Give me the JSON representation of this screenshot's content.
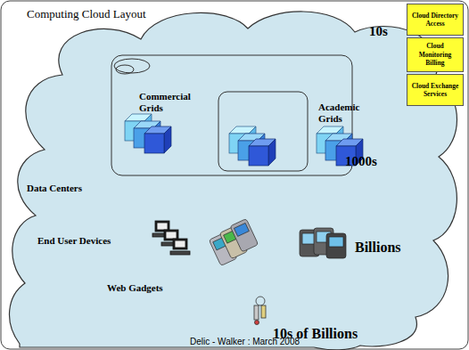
{
  "diagram": {
    "title": "Computing Cloud Layout",
    "caption": "Delic - Walker : March 2008",
    "nodes": [
      {
        "text": [
          "Cloud Directory Access"
        ]
      },
      {
        "text": [
          "Cloud Monitoring Billing"
        ]
      },
      {
        "text": [
          "Cloud Exchange Services"
        ]
      }
    ],
    "labels": [
      "Commercial Grids",
      "Academic Grids",
      "10s",
      "1000s",
      "Data Centers",
      "End User Devices",
      "Billions",
      "Web Gadgets",
      "10s of Billions"
    ]
  }
}
